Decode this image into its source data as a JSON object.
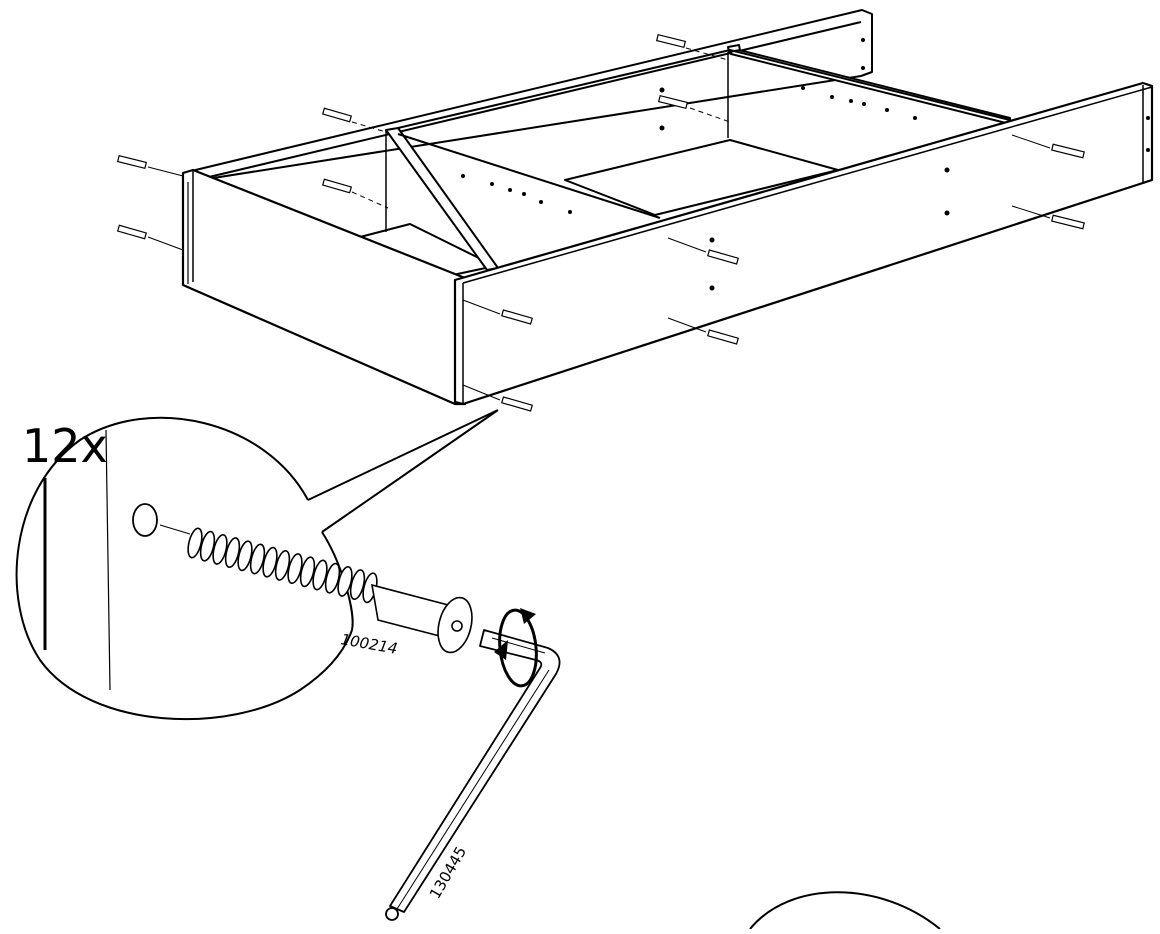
{
  "diagram": {
    "quantity_label": "12x",
    "dowel_part_number": "100214",
    "hex_key_part_number": "130445"
  },
  "colors": {
    "ink": "#000000",
    "paper": "#ffffff"
  },
  "icons": {
    "rotation": "clockwise-rotation-arrow-icon"
  }
}
